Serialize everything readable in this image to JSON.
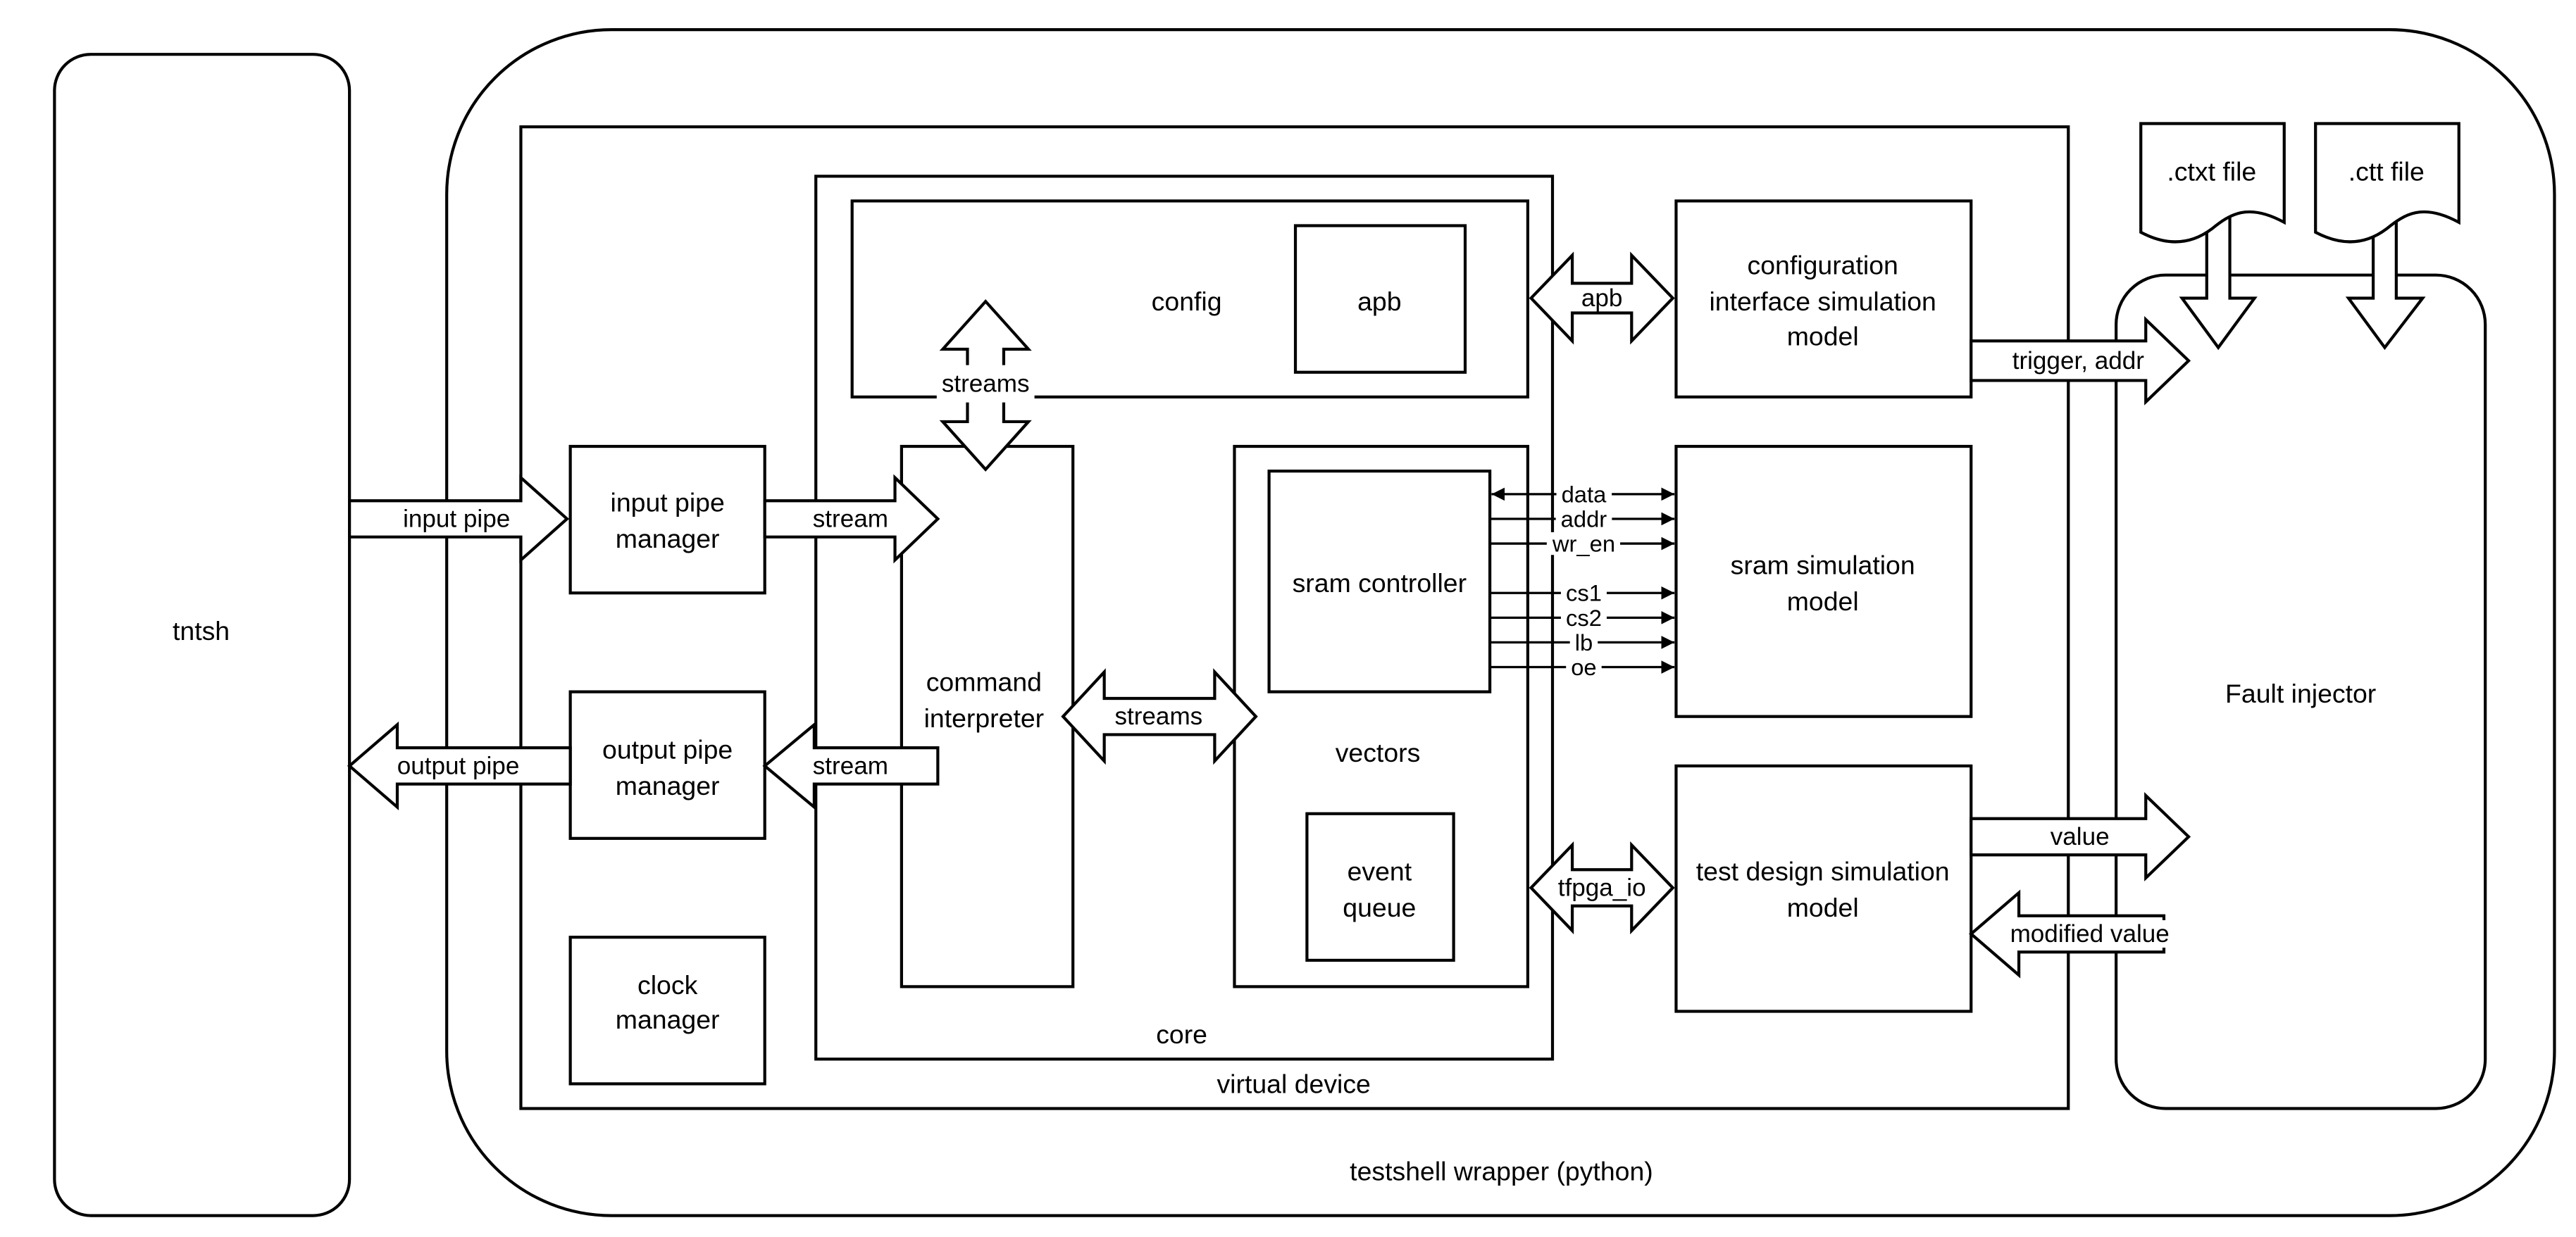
{
  "diagram": {
    "tntsh": "tntsh",
    "wrapper_label": "testshell wrapper (python)",
    "virtual_device_label": "virtual device",
    "core_label": "core",
    "config_label": "config",
    "apb_label": "apb",
    "vectors_label": "vectors",
    "fault_injector_label": "Fault injector"
  },
  "blocks": {
    "input_pipe_manager": [
      "input pipe",
      "manager"
    ],
    "output_pipe_manager": [
      "output pipe",
      "manager"
    ],
    "clock_manager": [
      "clock",
      "manager"
    ],
    "command_interpreter": [
      "command",
      "interpreter"
    ],
    "sram_controller": [
      "sram controller"
    ],
    "event_queue": [
      "event",
      "queue"
    ],
    "configuration_interface_simulation_model": [
      "configuration",
      "interface simulation",
      "model"
    ],
    "sram_simulation_model": [
      "sram simulation",
      "model"
    ],
    "test_design_simulation_model": [
      "test design simulation",
      "model"
    ]
  },
  "files": [
    ".ctxt file",
    ".ctt file"
  ],
  "connections": {
    "input_pipe": "input pipe",
    "output_pipe": "output pipe",
    "stream_in": "stream",
    "stream_out": "stream",
    "streams_config": "streams",
    "streams_vectors": "streams",
    "apb": "apb",
    "tfpga_io": "tfpga_io",
    "trigger_addr": "trigger, addr",
    "value": "value",
    "modified_value": "modified value"
  },
  "sram_signals": [
    "data",
    "addr",
    "wr_en",
    "cs1",
    "cs2",
    "lb",
    "oe"
  ]
}
